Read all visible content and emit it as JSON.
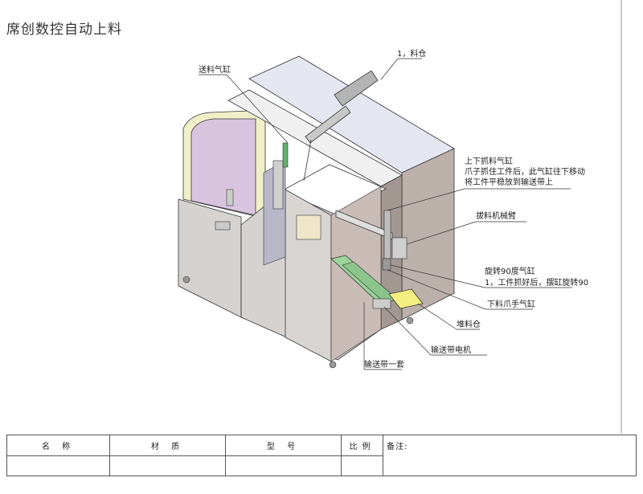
{
  "title": "席创数控自动上料",
  "callouts": {
    "hopper": "1，料仓",
    "feed_cylinder": "送料气缸",
    "updown_cylinder": {
      "line1": "上下抓料气缸",
      "line2": "爪子抓住工件后，此气缸往下移动",
      "line3": "将工件平稳放到输送带上"
    },
    "unload_arm": "拔料机械臂",
    "rotary_cylinder": {
      "line1": "旋转90度气缸",
      "line2": "1，工件抓好后，摆缸旋转90"
    },
    "gripper_cylinder": "下料爪手气缸",
    "stack_bin": "堆料仓",
    "conveyor_motor": "输送带电机",
    "conveyor_set": "输送带一套"
  },
  "title_block": {
    "name": "名  称",
    "material": "材  质",
    "model": "型  号",
    "scale": "比例",
    "remark": "备注:"
  },
  "colors": {
    "cabinet_body": "#d6d2cf",
    "cabinet_top": "#e4e7f2",
    "side_panel": "#bcb0aa",
    "guard_purple": "#d9c4e0",
    "guard_trim": "#f1efc8",
    "conveyor_green": "#9bd39a",
    "bin_yellow": "#f3f081",
    "hopper_grey": "#b4b4b4"
  }
}
